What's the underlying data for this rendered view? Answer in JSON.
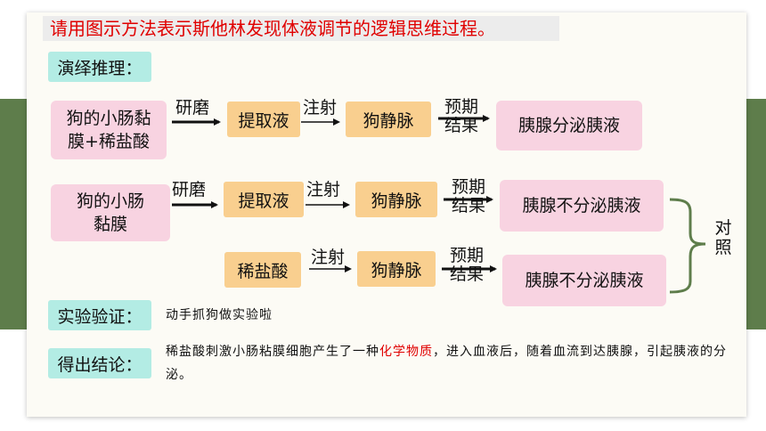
{
  "colors": {
    "band": "#5e7d4b",
    "title_text": "#e00000",
    "tag_fill": "#b3ece4",
    "pink_fill": "#f8d3e1",
    "orange_fill": "#f9cf8f",
    "bracket": "#5e7d4b",
    "highlight": "#e00000"
  },
  "title": "请用图示方法表示斯他林发现体液调节的逻辑思维过程。",
  "tags": {
    "deduction": "演绎推理：",
    "verification": "实验验证：",
    "conclusion": "得出结论："
  },
  "row1": {
    "start": [
      "狗的小肠黏",
      "膜+稀盐酸"
    ],
    "arrow1_label": "研磨",
    "step1": "提取液",
    "arrow2_label": "注射",
    "step2": "狗静脉",
    "arrow3_label": [
      "预期",
      "结果"
    ],
    "result": "胰腺分泌胰液"
  },
  "row2": {
    "start": [
      "狗的小肠",
      "黏膜"
    ],
    "arrow1_label": "研磨",
    "step1": "提取液",
    "arrow2_label": "注射",
    "step2": "狗静脉",
    "arrow3_label": [
      "预期",
      "结果"
    ],
    "result": "胰腺不分泌胰液"
  },
  "row3": {
    "start": "稀盐酸",
    "arrow2_label": "注射",
    "step2": "狗静脉",
    "arrow3_label": [
      "预期",
      "结果"
    ],
    "result": "胰腺不分泌胰液"
  },
  "contrast_label": [
    "对",
    "照"
  ],
  "verification_text": "动手抓狗做实验啦",
  "conclusion_text": {
    "before": "稀盐酸刺激小肠粘膜细胞产生了一种",
    "highlight": "化学物质",
    "after": "，进入血液后，随着血流到达胰腺，引起胰液的分泌。"
  }
}
